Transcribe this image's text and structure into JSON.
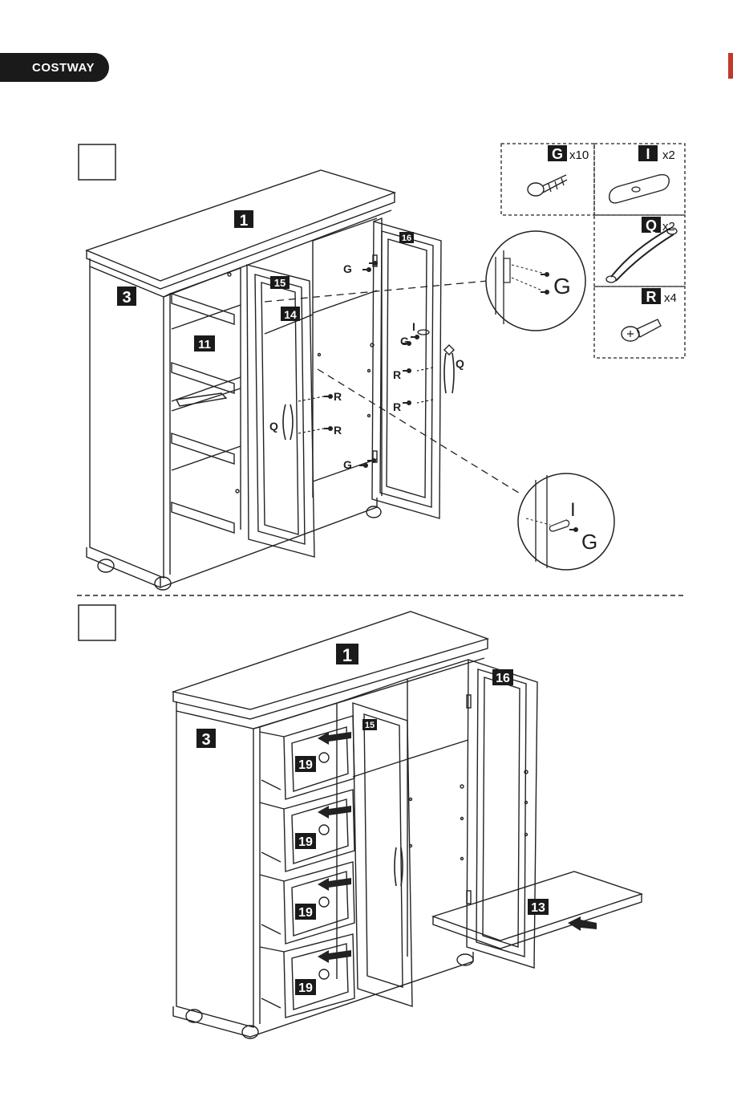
{
  "brand": {
    "name": "COSTWAY",
    "accent": "#c0392b"
  },
  "parts": {
    "G": {
      "letter": "G",
      "qty": "x10"
    },
    "I": {
      "letter": "I",
      "qty": "x2"
    },
    "Q": {
      "letter": "Q",
      "qty": "x2"
    },
    "R": {
      "letter": "R",
      "qty": "x4"
    }
  },
  "step1": {
    "labels": {
      "p1": "1",
      "p3": "3",
      "p11": "11",
      "p14": "14",
      "p15": "15",
      "p16": "16"
    },
    "callouts": {
      "G": "G",
      "I": "I",
      "Q": "Q",
      "R": "R"
    },
    "zoom_top": "G",
    "zoom_bottom_I": "I",
    "zoom_bottom_G": "G"
  },
  "step2": {
    "labels": {
      "p1": "1",
      "p3": "3",
      "p13": "13",
      "p15": "15",
      "p16": "16",
      "p19": "19"
    }
  }
}
